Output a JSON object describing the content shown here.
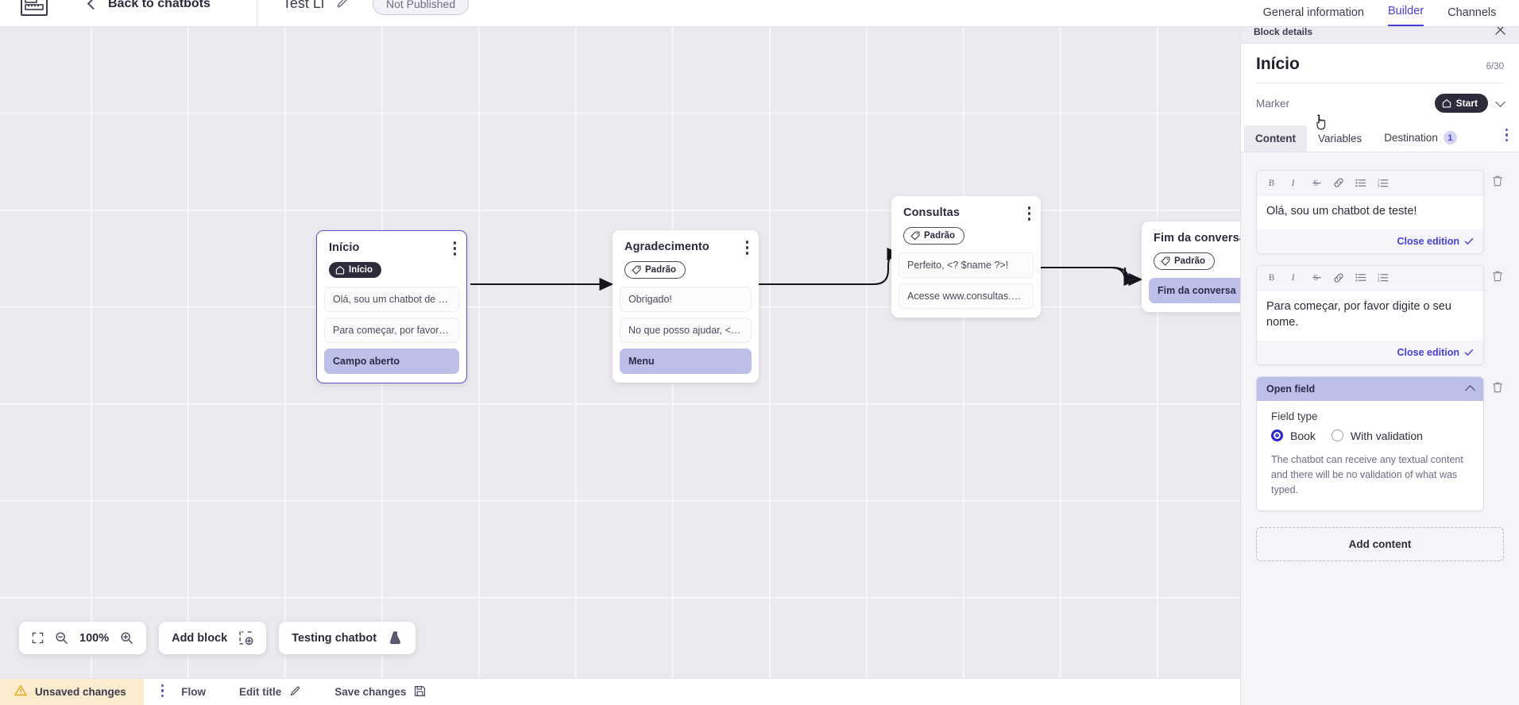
{
  "topbar": {
    "logo_icon": "chatbot-logo-icon",
    "back_label": "Back to chatbots",
    "back_icon": "chevron-left-icon",
    "bot_title": "Test Li",
    "edit_icon": "pencil-icon",
    "publish_status": "Not Published"
  },
  "main_tabs": [
    {
      "label": "General information",
      "active": false
    },
    {
      "label": "Builder",
      "active": true
    },
    {
      "label": "Channels",
      "active": false
    }
  ],
  "canvas": {
    "nodes": [
      {
        "id": "inicio",
        "title": "Início",
        "tag": {
          "label": "Início",
          "style": "dark",
          "icon": "home-icon"
        },
        "selected": true,
        "items": [
          {
            "text": "Olá, sou um chatbot de teste!",
            "active": false
          },
          {
            "text": "Para começar, por favor digite o ...",
            "active": false
          },
          {
            "text": "Campo aberto",
            "active": true
          }
        ]
      },
      {
        "id": "agradecimento",
        "title": "Agradecimento",
        "tag": {
          "label": "Padrão",
          "style": "ghost",
          "icon": "tag-icon"
        },
        "selected": false,
        "items": [
          {
            "text": "Obrigado!",
            "active": false
          },
          {
            "text": "No que posso ajudar, <? $name ...",
            "active": false
          },
          {
            "text": "Menu",
            "active": true
          }
        ]
      },
      {
        "id": "consultas",
        "title": "Consultas",
        "tag": {
          "label": "Padrão",
          "style": "ghost",
          "icon": "tag-icon"
        },
        "selected": false,
        "items": [
          {
            "text": "Perfeito, <? $name ?>!",
            "active": false
          },
          {
            "text": "Acesse www.consultas.com par...",
            "active": false
          }
        ]
      },
      {
        "id": "fim",
        "title": "Fim da conversa",
        "tag": {
          "label": "Padrão",
          "style": "ghost",
          "icon": "tag-icon"
        },
        "selected": false,
        "items": [
          {
            "text": "Fim da conversa",
            "active": true
          }
        ]
      }
    ],
    "toolbar": {
      "fit_icon": "fit-screen-icon",
      "zoom_out_icon": "zoom-out-icon",
      "zoom_level": "100%",
      "zoom_in_icon": "zoom-in-icon",
      "add_block_label": "Add block",
      "add_block_icon": "add-block-icon",
      "testing_label": "Testing chatbot",
      "testing_icon": "flask-icon"
    }
  },
  "statusbar": {
    "warning_icon": "warning-triangle-icon",
    "unsaved_label": "Unsaved changes",
    "kebab_icon": "more-vertical-icon",
    "flow_label": "Flow",
    "edit_title_label": "Edit title",
    "edit_title_icon": "pencil-icon",
    "save_label": "Save changes",
    "save_icon": "save-disk-icon"
  },
  "panel": {
    "header_title": "Block details",
    "close_icon": "close-icon",
    "block_title": "Início",
    "char_count": "6/30",
    "marker_label": "Marker",
    "marker_value": "Start",
    "marker_icon": "home-icon",
    "marker_chevron": "chevron-down-icon",
    "tabs": [
      {
        "label": "Content",
        "active": true,
        "badge": ""
      },
      {
        "label": "Variables",
        "active": false,
        "badge": ""
      },
      {
        "label": "Destination",
        "active": false,
        "badge": "1"
      }
    ],
    "overflow_icon": "more-vertical-icon",
    "editor_toolbar_icons": [
      "bold-icon",
      "italic-icon",
      "strikethrough-icon",
      "link-icon",
      "bullet-list-icon",
      "numbered-list-icon"
    ],
    "editors": [
      {
        "text": "Olá, sou um chatbot de teste!",
        "close_label": "Close edition",
        "check_icon": "check-icon",
        "delete_icon": "trash-icon"
      },
      {
        "text": "Para começar, por favor digite o seu nome.",
        "close_label": "Close edition",
        "check_icon": "check-icon",
        "delete_icon": "trash-icon"
      }
    ],
    "open_field": {
      "title": "Open field",
      "collapse_icon": "chevron-up-icon",
      "delete_icon": "trash-icon",
      "field_type_label": "Field type",
      "options": [
        {
          "label": "Book",
          "selected": true
        },
        {
          "label": "With validation",
          "selected": false
        }
      ],
      "description": "The chatbot can receive any textual content and there will be no validation of what was typed."
    },
    "add_content_label": "Add content"
  },
  "colors": {
    "accent": "#4640d6",
    "selected_chip": "#bcbfe8",
    "canvas_bg": "#eceaee",
    "warning_bg": "#fbeccd",
    "dark_pill": "#2c2c3c"
  }
}
